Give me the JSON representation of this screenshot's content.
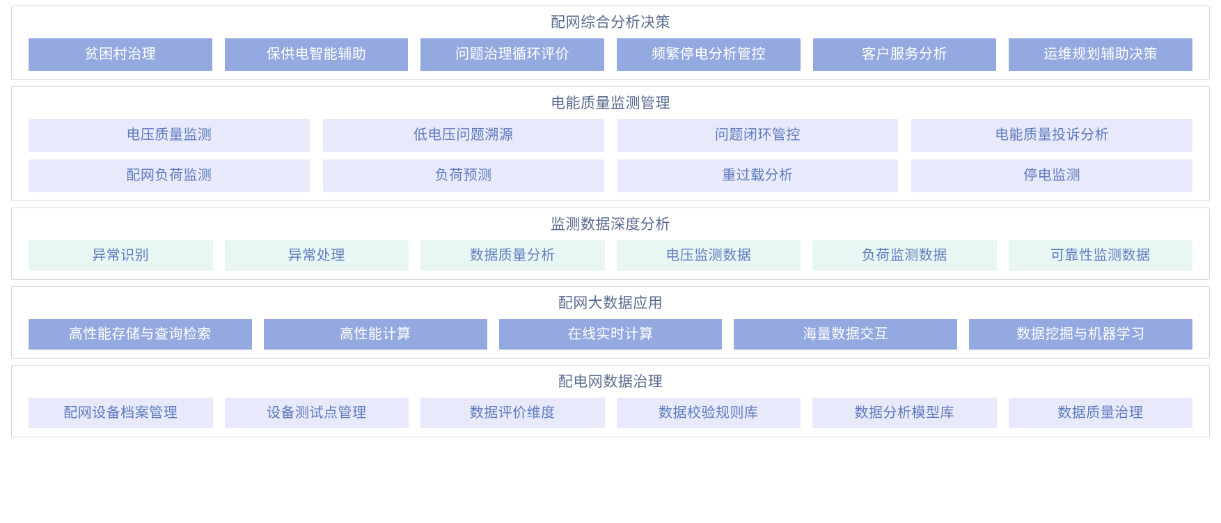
{
  "colors": {
    "tile_blue_bg": "#94a9e0",
    "tile_blue_text": "#ffffff",
    "tile_lavender_bg": "#e8eafb",
    "tile_lavender_text": "#5f7bbf",
    "tile_mint_bg": "#e8f7f3",
    "tile_mint_text": "#5f7bbf",
    "panel_border": "#d4d6dc",
    "panel_title_text": "#5a6b90",
    "page_background": "#ffffff"
  },
  "panels": [
    {
      "title": "配网综合分析决策",
      "style": "blue",
      "rows": [
        {
          "tiles": [
            "贫困村治理",
            "保供电智能辅助",
            "问题治理循环评价",
            "频繁停电分析管控",
            "客户服务分析",
            "运维规划辅助决策"
          ]
        }
      ]
    },
    {
      "title": "电能质量监测管理",
      "style": "lavender",
      "rows": [
        {
          "tiles": [
            "电压质量监测",
            "低电压问题溯源",
            "问题闭环管控",
            "电能质量投诉分析"
          ]
        },
        {
          "tiles": [
            "配网负荷监测",
            "负荷预测",
            "重过载分析",
            "停电监测"
          ]
        }
      ]
    },
    {
      "title": "监测数据深度分析",
      "style": "mint",
      "rows": [
        {
          "tiles": [
            "异常识别",
            "异常处理",
            "数据质量分析",
            "电压监测数据",
            "负荷监测数据",
            "可靠性监测数据"
          ]
        }
      ]
    },
    {
      "title": "配网大数据应用",
      "style": "blue",
      "rows": [
        {
          "tiles": [
            "高性能存储与查询检索",
            "高性能计算",
            "在线实时计算",
            "海量数据交互",
            "数据挖掘与机器学习"
          ]
        }
      ]
    },
    {
      "title": "配电网数据治理",
      "style": "lavender",
      "rows": [
        {
          "tiles": [
            "配网设备档案管理",
            "设备测试点管理",
            "数据评价维度",
            "数据校验规则库",
            "数据分析模型库",
            "数据质量治理"
          ]
        }
      ]
    }
  ]
}
